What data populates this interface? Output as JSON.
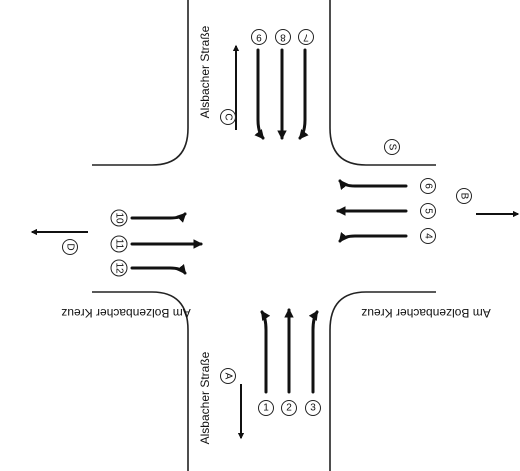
{
  "streets": {
    "north": "Alsbacher Straße",
    "south": "Alsbacher Straße",
    "east": "Am Bolzenbacher Kreuz",
    "west": "Am Bolzenbacher Kreuz"
  },
  "signal_groups": [
    "1",
    "2",
    "3",
    "4",
    "5",
    "6",
    "7",
    "8",
    "9",
    "10",
    "11",
    "12"
  ],
  "pedestrian_crossings": [
    "A",
    "B",
    "C",
    "D"
  ],
  "other_labels": {
    "s": "S"
  }
}
